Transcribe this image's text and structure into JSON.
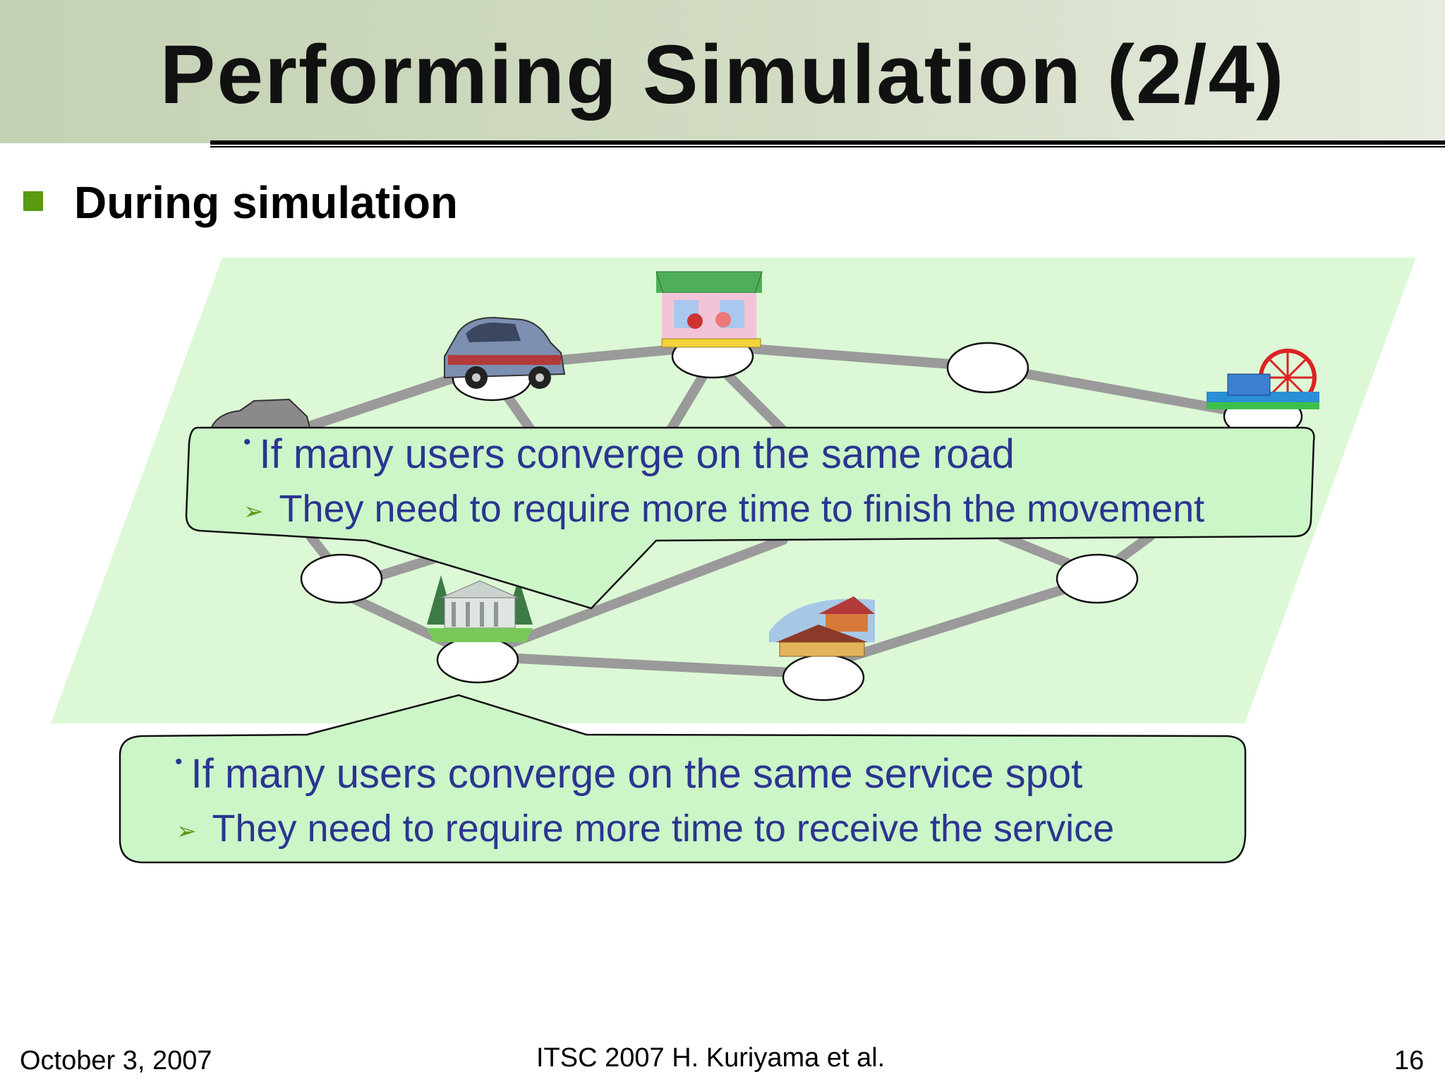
{
  "slide": {
    "title": "Performing Simulation (2/4)",
    "bullet": "During simulation"
  },
  "callouts": [
    {
      "main": "If many users converge on the same road",
      "sub": "They need to require more time to finish the movement"
    },
    {
      "main": "If many users converge on the same service spot",
      "sub": "They need to require more time to receive the service"
    }
  ],
  "icons": [
    "car-icon",
    "convertible-car-icon",
    "restaurant-icon",
    "amusement-park-icon",
    "museum-icon",
    "temple-icon"
  ],
  "colors": {
    "map_fill": "#dcf8d6",
    "callout_fill": "#ccf5c8",
    "text_blue": "#2b3590",
    "bullet_green": "#5a9a10",
    "road_gray": "#9a9a9a"
  },
  "footer": {
    "date": "October 3, 2007",
    "center": "ITSC 2007 H. Kuriyama et al.",
    "page": "16"
  }
}
